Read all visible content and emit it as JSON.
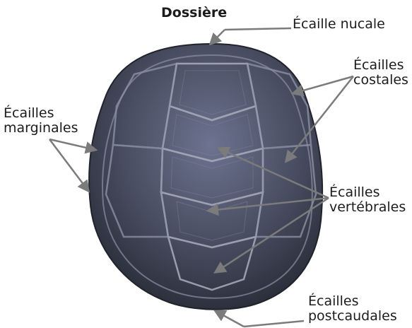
{
  "title": "Dossière",
  "labels": {
    "nucale": [
      "Écaille nucale"
    ],
    "costales": [
      "Écailles",
      "costales"
    ],
    "marginales": [
      "Écailles",
      "marginales"
    ],
    "vertebrales": [
      "Écailles",
      "vertébrales"
    ],
    "postcaudales": [
      "Écailles",
      "postcaudales"
    ]
  },
  "colors": {
    "shell_dark": "#2f3340",
    "shell_mid": "#4b5064",
    "shell_light": "#6a7088",
    "seam": "#a9adbd",
    "leader_line": "#7b7b7b"
  }
}
